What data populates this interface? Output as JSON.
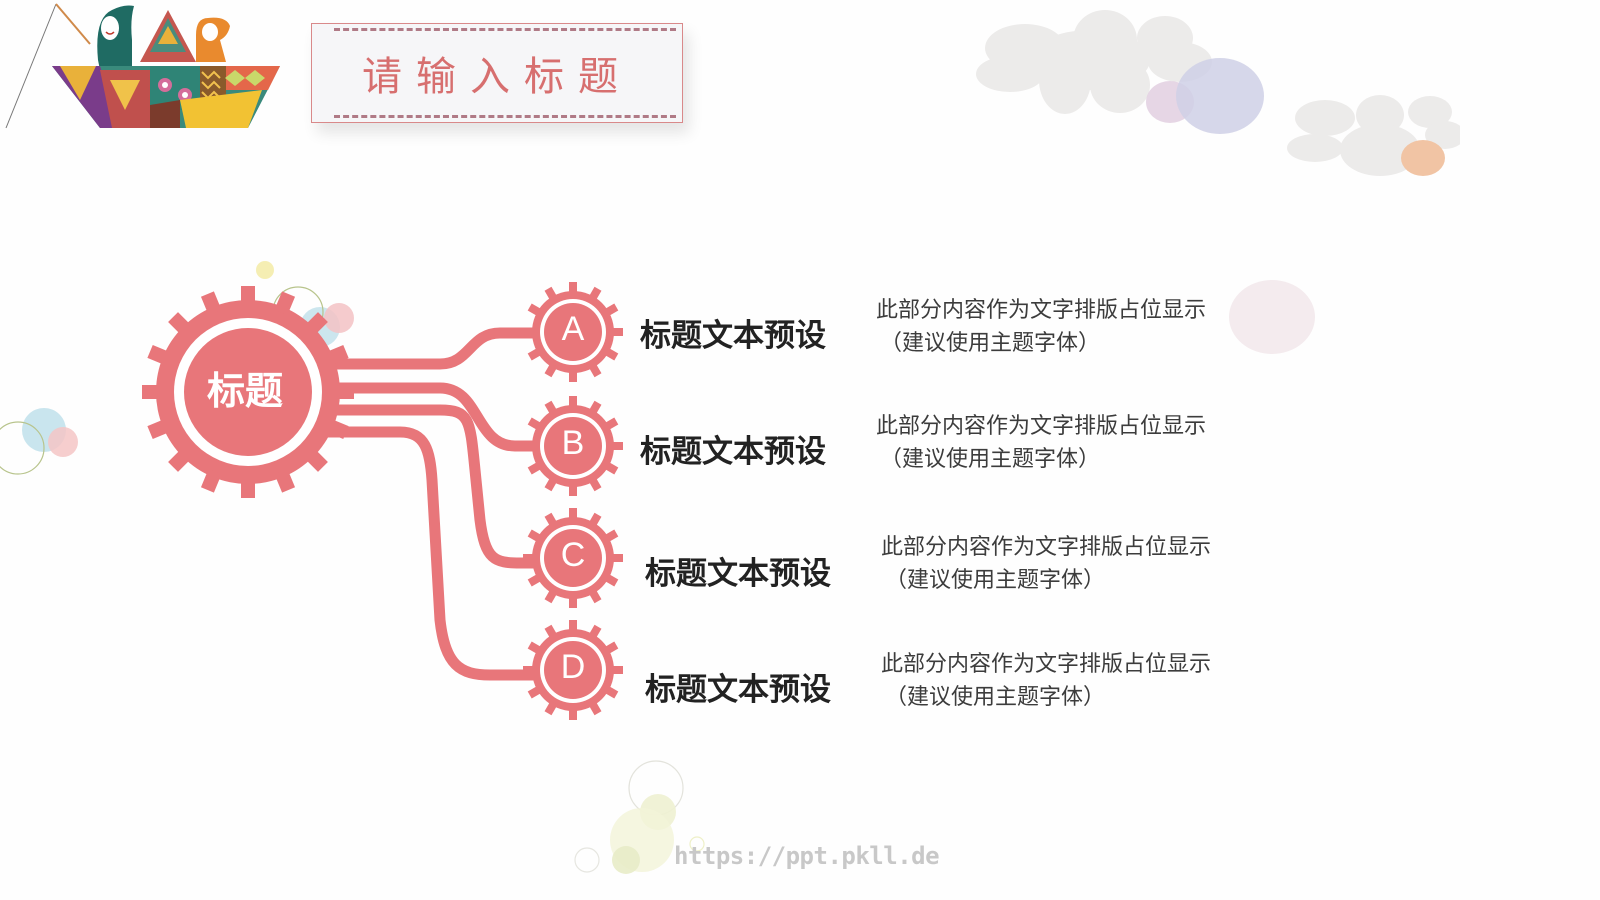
{
  "slide": {
    "title": "请输入标题",
    "center_label": "标题",
    "accent_color": "#e8767a",
    "items": [
      {
        "letter": "A",
        "title": "标题文本预设",
        "desc_line1": "此部分内容作为文字排版占位显示",
        "desc_line2": "（建议使用主题字体）"
      },
      {
        "letter": "B",
        "title": "标题文本预设",
        "desc_line1": "此部分内容作为文字排版占位显示",
        "desc_line2": "（建议使用主题字体）"
      },
      {
        "letter": "C",
        "title": "标题文本预设",
        "desc_line1": "此部分内容作为文字排版占位显示",
        "desc_line2": "（建议使用主题字体）"
      },
      {
        "letter": "D",
        "title": "标题文本预设",
        "desc_line1": "此部分内容作为文字排版占位显示",
        "desc_line2": "（建议使用主题字体）"
      }
    ],
    "watermark": "https://ppt.pkll.de"
  },
  "decorations": {
    "illustration": "paper-boat-fishing-illustration",
    "clouds": "cloud-shapes",
    "bubbles": "pastel-bubbles"
  }
}
